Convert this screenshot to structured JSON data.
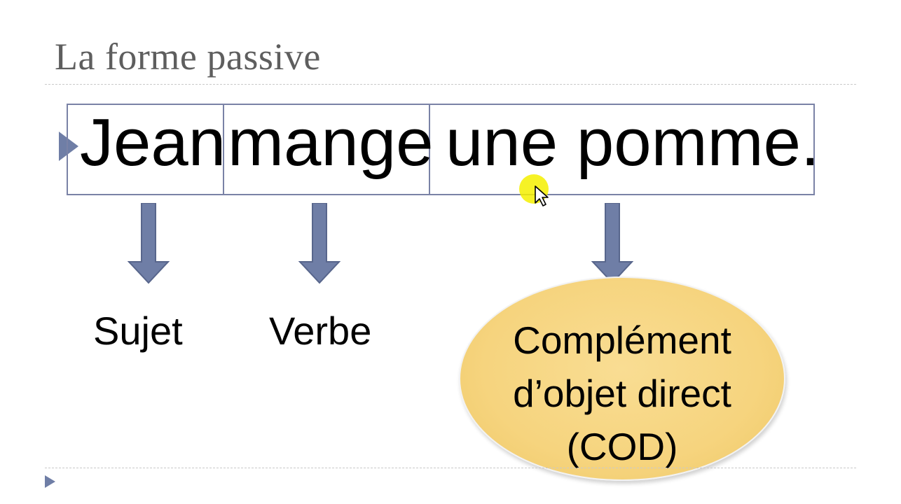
{
  "slide": {
    "title": "La forme passive",
    "sentence": {
      "subject": "Jean",
      "verb": "mange",
      "object": "une pomme."
    },
    "labels": {
      "subject": "Sujet",
      "verb": "Verbe",
      "object_lines": [
        "Complément",
        "d’objet direct",
        "(COD)"
      ]
    },
    "colors": {
      "title": "#5e5e5e",
      "box_border": "#7a82a6",
      "arrow": "#6f7ea6",
      "ellipse_fill": "#f6d47e",
      "pointer_highlight": "#f5f000"
    }
  }
}
